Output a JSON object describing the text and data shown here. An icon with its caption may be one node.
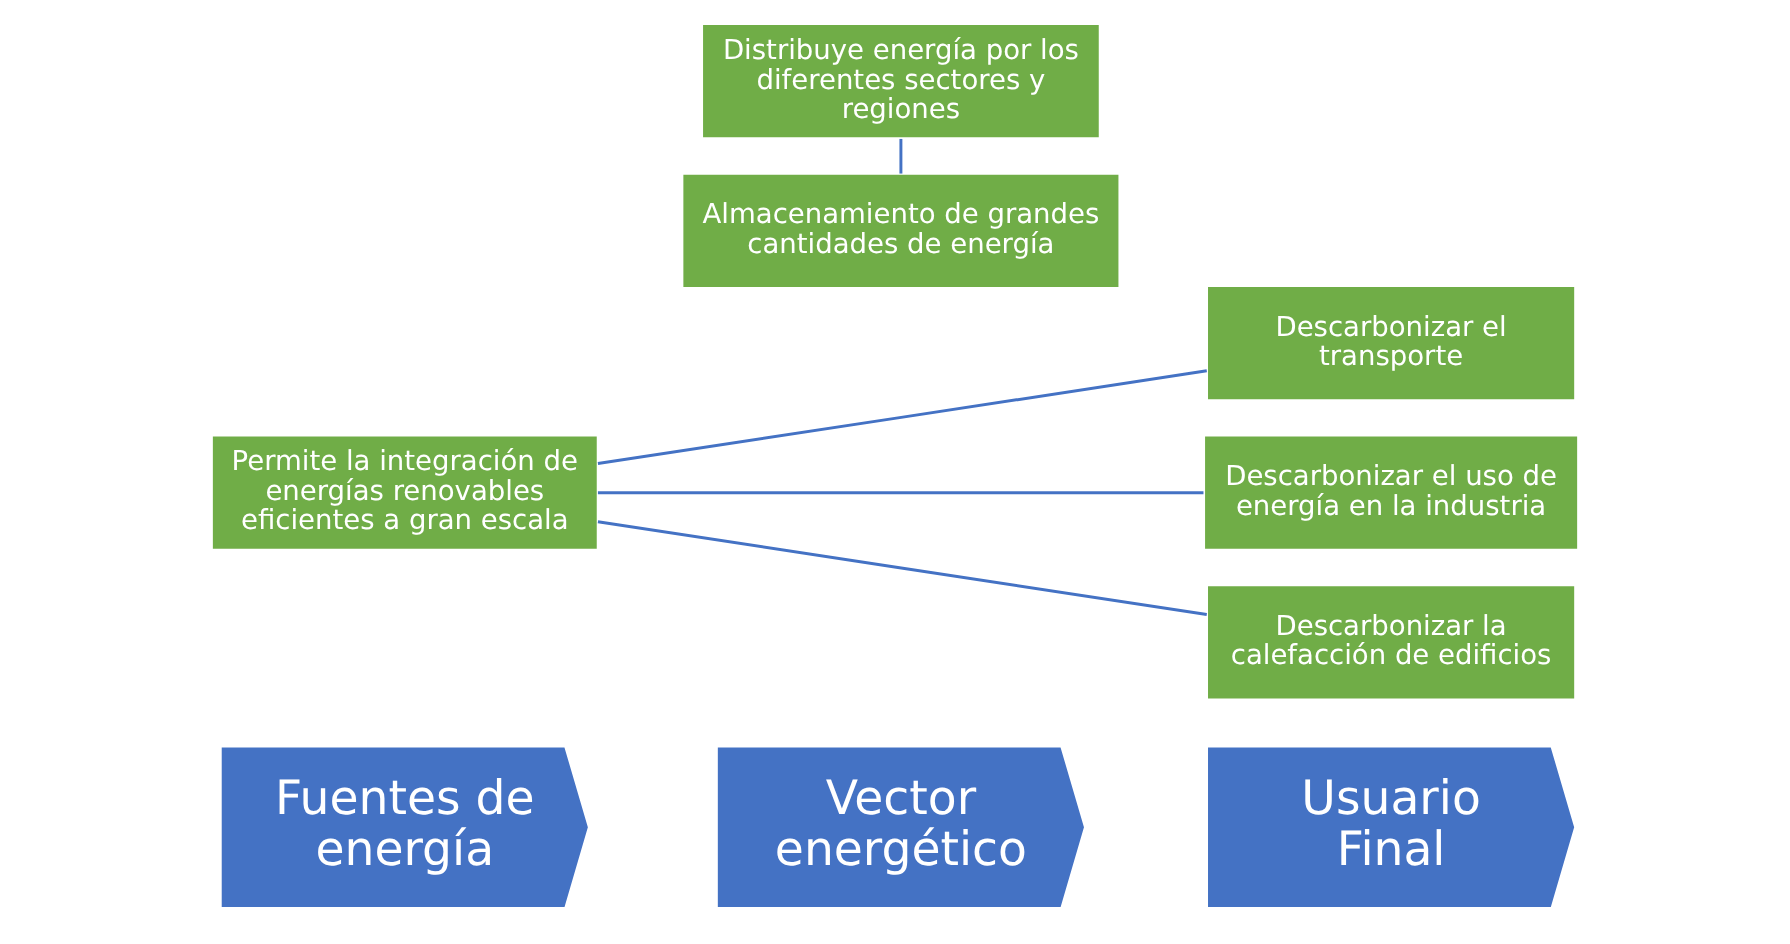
{
  "diagram": {
    "nodes": [
      {
        "text": [
          "Fuentes de energía"
        ]
      },
      {
        "text": [
          "Vector energético"
        ]
      },
      {
        "text": [
          "Usuario Final"
        ]
      },
      {
        "text": [
          "Permite la integración de energías renovables eficientes a gran escala"
        ]
      },
      {
        "text": [
          "Distribuye energía por los diferentes sectores y regiones"
        ]
      },
      {
        "text": [
          "Almacenamiento de grandes cantidades de energía"
        ]
      },
      {
        "text": [
          "Descarbonizar el transporte"
        ]
      },
      {
        "text": [
          "Descarbonizar el uso de energía en la industria"
        ]
      },
      {
        "text": [
          "Descarbonizar la calefacción de edificios"
        ]
      }
    ],
    "edges": [
      {
        "from": 3,
        "to": 6,
        "arrow": "none"
      },
      {
        "from": 3,
        "to": 7,
        "arrow": "none"
      },
      {
        "from": 3,
        "to": 8,
        "arrow": "none"
      },
      {
        "from": 4,
        "to": 5,
        "arrow": "none"
      }
    ]
  }
}
